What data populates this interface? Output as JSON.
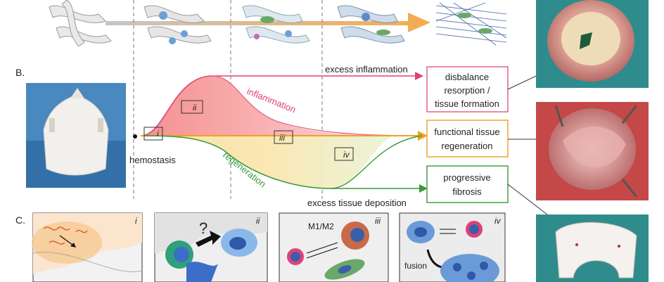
{
  "panel_b": {
    "label": "B.",
    "curve_labels": {
      "inflammation": "inflammation",
      "regeneration": "regeneration"
    },
    "phase_labels": {
      "i": "i",
      "ii": "ii",
      "iii": "iii",
      "iv": "iv"
    },
    "hemostasis": "hemostasis",
    "arrow_labels": {
      "top": "excess inflammation",
      "bottom": "excess tissue deposition"
    },
    "outcomes": {
      "top": [
        "disbalance",
        "resorption /",
        "tissue formation"
      ],
      "middle": [
        "functional tissue",
        "regeneration"
      ],
      "bottom": [
        "progressive",
        "fibrosis"
      ]
    },
    "colors": {
      "inflammation": "#e0407a",
      "regeneration": "#3a9a3a",
      "functional": "#f0a020",
      "box_top_border": "#e05a7a",
      "box_mid_border": "#f0a020",
      "box_bot_border": "#3a9a3a"
    }
  },
  "panel_c": {
    "label": "C.",
    "tiles": [
      {
        "id": "i",
        "text": "i"
      },
      {
        "id": "ii",
        "text": "ii",
        "question": "?"
      },
      {
        "id": "iii",
        "text": "iii",
        "m_label": "M1/M2"
      },
      {
        "id": "iv",
        "text": "iv",
        "fusion": "fusion"
      }
    ]
  }
}
